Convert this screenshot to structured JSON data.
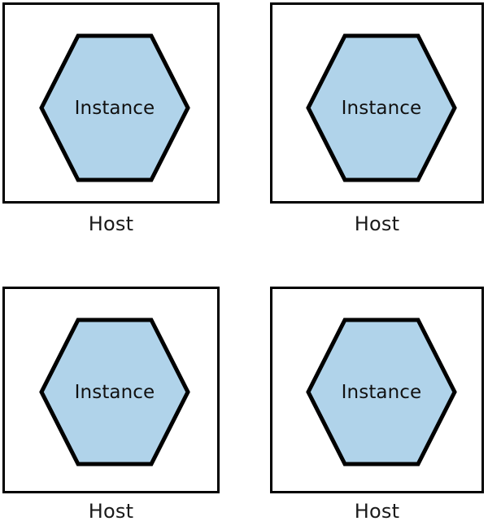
{
  "diagram": {
    "type": "grid-of-hosts",
    "columns": 2,
    "rows": 2,
    "colors": {
      "hexagon_fill": "#b0d3ea",
      "stroke": "#000000",
      "background": "#ffffff",
      "text": "#111111"
    },
    "cells": [
      {
        "id": "host-top-left",
        "box_label": "Host",
        "shape": "hexagon",
        "shape_label": "Instance",
        "instance_count": 1
      },
      {
        "id": "host-top-right",
        "box_label": "Host",
        "shape": "hexagon",
        "shape_label": "Instance",
        "instance_count": 1
      },
      {
        "id": "host-bottom-left",
        "box_label": "Host",
        "shape": "hexagon",
        "shape_label": "Instance",
        "instance_count": 1
      },
      {
        "id": "host-bottom-right",
        "box_label": "Host",
        "shape": "hexagon",
        "shape_label": "Instance",
        "instance_count": 1
      }
    ]
  }
}
